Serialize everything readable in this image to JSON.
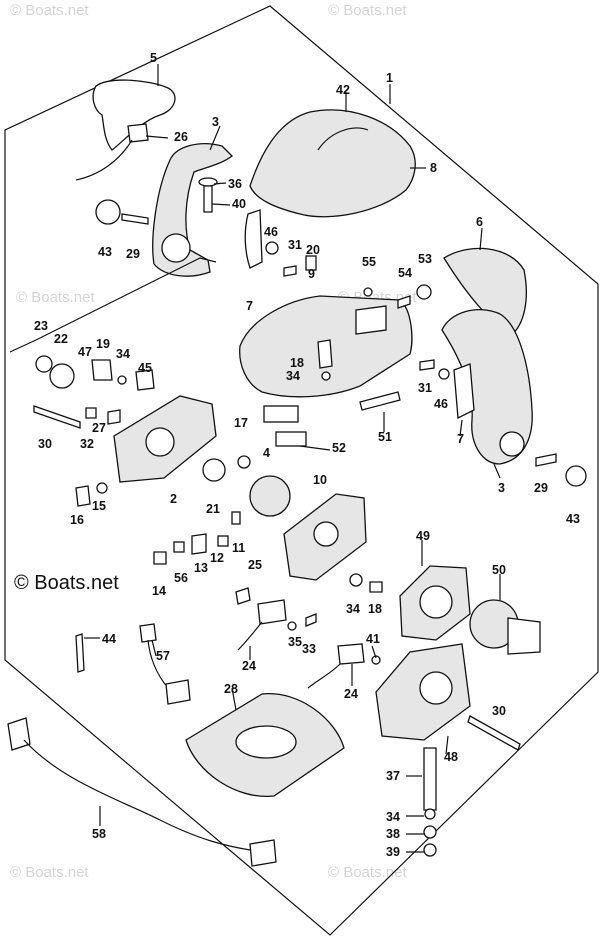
{
  "watermarks": {
    "top_left": "© Boats.net",
    "top_right": "© Boats.net",
    "mid_left": "© Boats.net",
    "mid_right": "© Boats.net",
    "main": "© Boats.net",
    "bottom_left": "© Boats.net",
    "bottom_right": "© Boats.net"
  },
  "labels": {
    "p1": "1",
    "p2": "2",
    "p3a": "3",
    "p3b": "3",
    "p4": "4",
    "p5": "5",
    "p6": "6",
    "p7a": "7",
    "p7b": "7",
    "p8": "8",
    "p9": "9",
    "p10": "10",
    "p11": "11",
    "p12": "12",
    "p13": "13",
    "p14": "14",
    "p15": "15",
    "p16": "16",
    "p17": "17",
    "p18a": "18",
    "p18b": "18",
    "p19": "19",
    "p20": "20",
    "p21": "21",
    "p22": "22",
    "p23": "23",
    "p24a": "24",
    "p24b": "24",
    "p25": "25",
    "p26": "26",
    "p27": "27",
    "p28": "28",
    "p29a": "29",
    "p29b": "29",
    "p30a": "30",
    "p30b": "30",
    "p31a": "31",
    "p31b": "31",
    "p32": "32",
    "p33": "33",
    "p34a": "34",
    "p34b": "34",
    "p34c": "34",
    "p34d": "34",
    "p35": "35",
    "p36": "36",
    "p37": "37",
    "p38": "38",
    "p39": "39",
    "p40": "40",
    "p41": "41",
    "p42": "42",
    "p43a": "43",
    "p43b": "43",
    "p44": "44",
    "p45": "45",
    "p46a": "46",
    "p46b": "46",
    "p47": "47",
    "p48": "48",
    "p49": "49",
    "p50": "50",
    "p51": "51",
    "p52": "52",
    "p53": "53",
    "p54": "54",
    "p55": "55",
    "p56": "56",
    "p57": "57",
    "p58": "58"
  }
}
